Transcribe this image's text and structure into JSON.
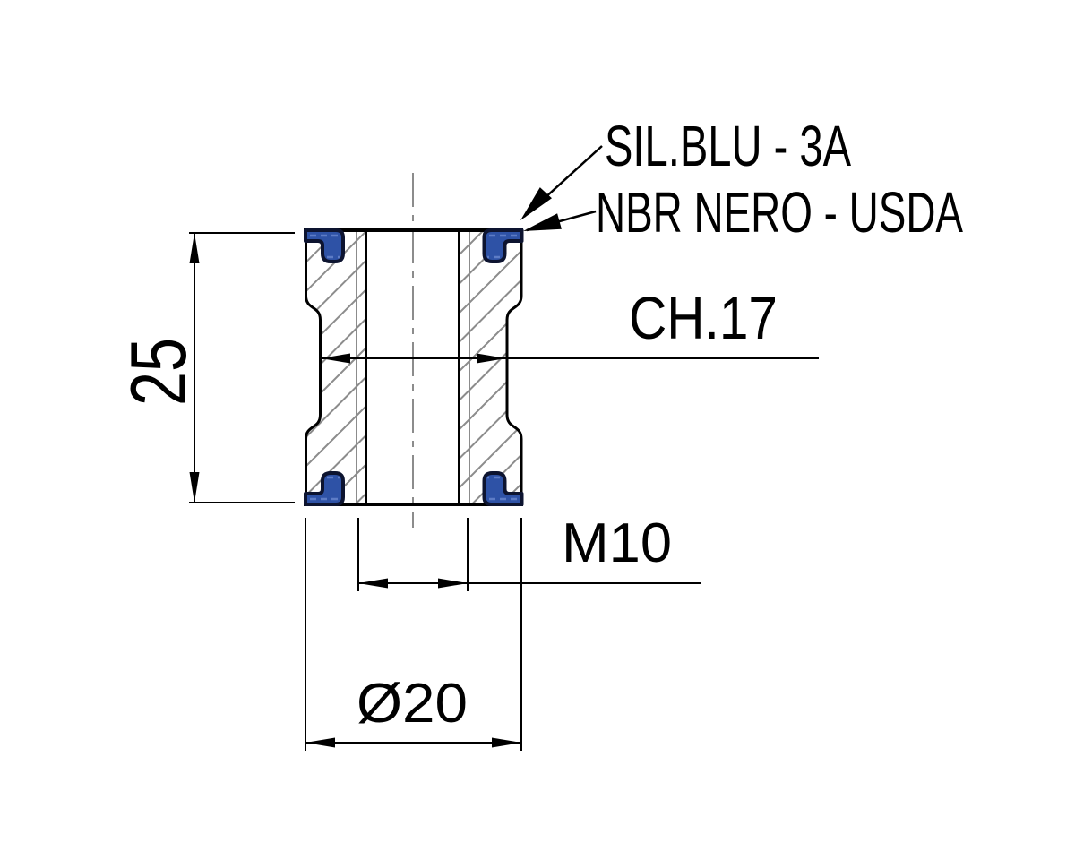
{
  "drawing": {
    "callouts": {
      "silicone": "SIL.BLU - 3A",
      "nbr": "NBR NERO - USDA"
    },
    "dimensions": {
      "height": "25",
      "hex": "CH.17",
      "thread": "M10",
      "outer_diameter": "Ø20"
    },
    "colors": {
      "seal_fill": "#2e52a6",
      "seal_outline": "#0d1430",
      "seal_highlight": "#5d7cc6",
      "line_color": "#000000",
      "thin_line_color": "#8c8c8c"
    }
  }
}
